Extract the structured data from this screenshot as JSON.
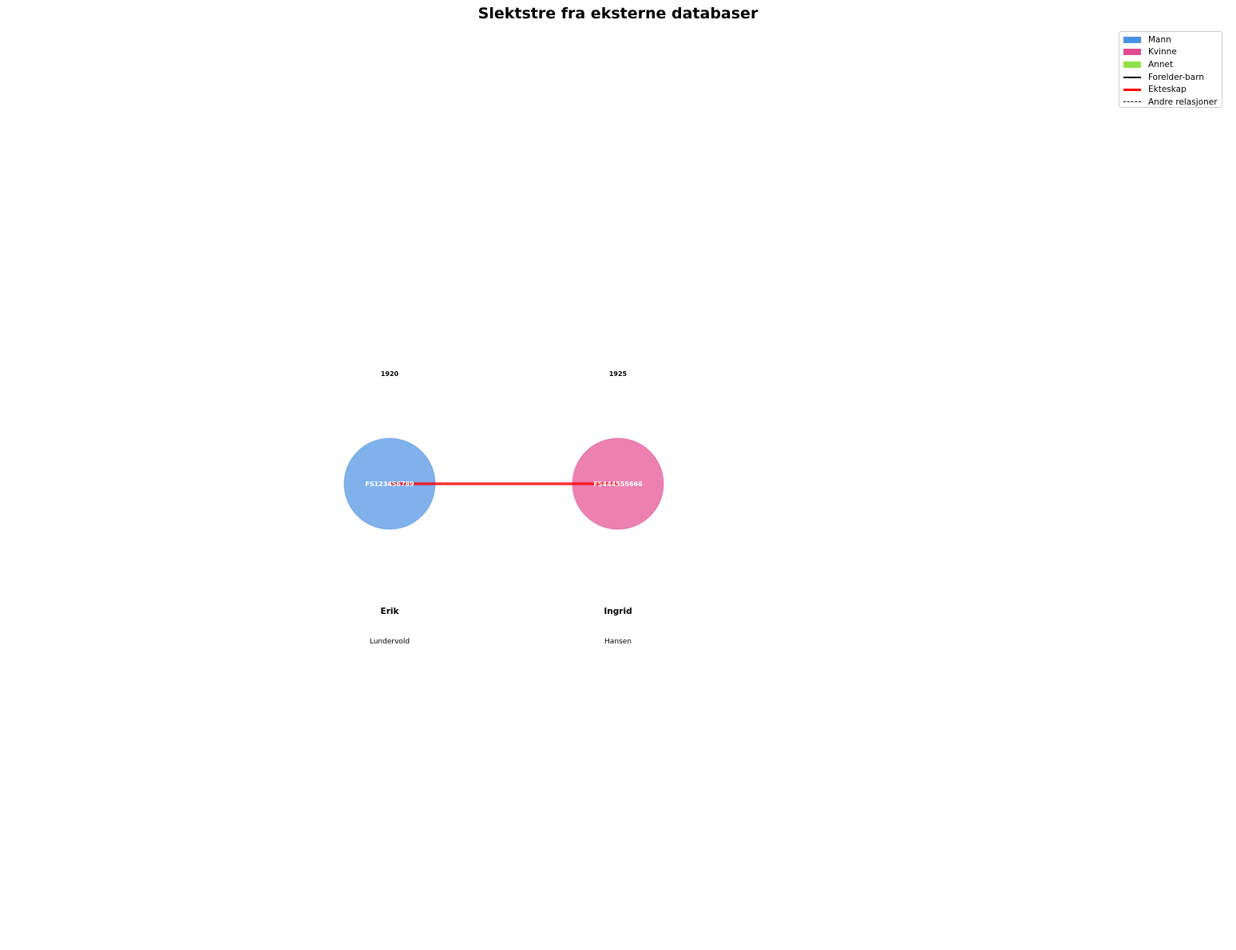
{
  "title": "Slektstre fra eksterne databaser",
  "colors": {
    "male": "#4a90e2",
    "female": "#e24a90",
    "other": "#90e24a",
    "parent_child": "#000000",
    "marriage": "#ff0000",
    "other_relation": "#000000"
  },
  "legend": [
    {
      "label": "Mann",
      "kind": "patch",
      "color": "#4a90e2"
    },
    {
      "label": "Kvinne",
      "kind": "patch",
      "color": "#e24a90"
    },
    {
      "label": "Annet",
      "kind": "patch",
      "color": "#90e24a"
    },
    {
      "label": "Forelder-barn",
      "kind": "line",
      "color": "#000000"
    },
    {
      "label": "Ekteskap",
      "kind": "thick-line",
      "color": "#ff0000"
    },
    {
      "label": "Andre relasjoner",
      "kind": "dashed-line",
      "color": "#000000"
    }
  ],
  "persons": [
    {
      "id": "FS123456789",
      "first_name": "Erik",
      "last_name": "Lundervold",
      "birth_year": "1920",
      "gender": "male"
    },
    {
      "id": "FS444555666",
      "first_name": "Ingrid",
      "last_name": "Hansen",
      "birth_year": "1925",
      "gender": "female"
    }
  ],
  "relations": [
    {
      "from": "FS123456789",
      "to": "FS444555666",
      "type": "marriage"
    }
  ]
}
